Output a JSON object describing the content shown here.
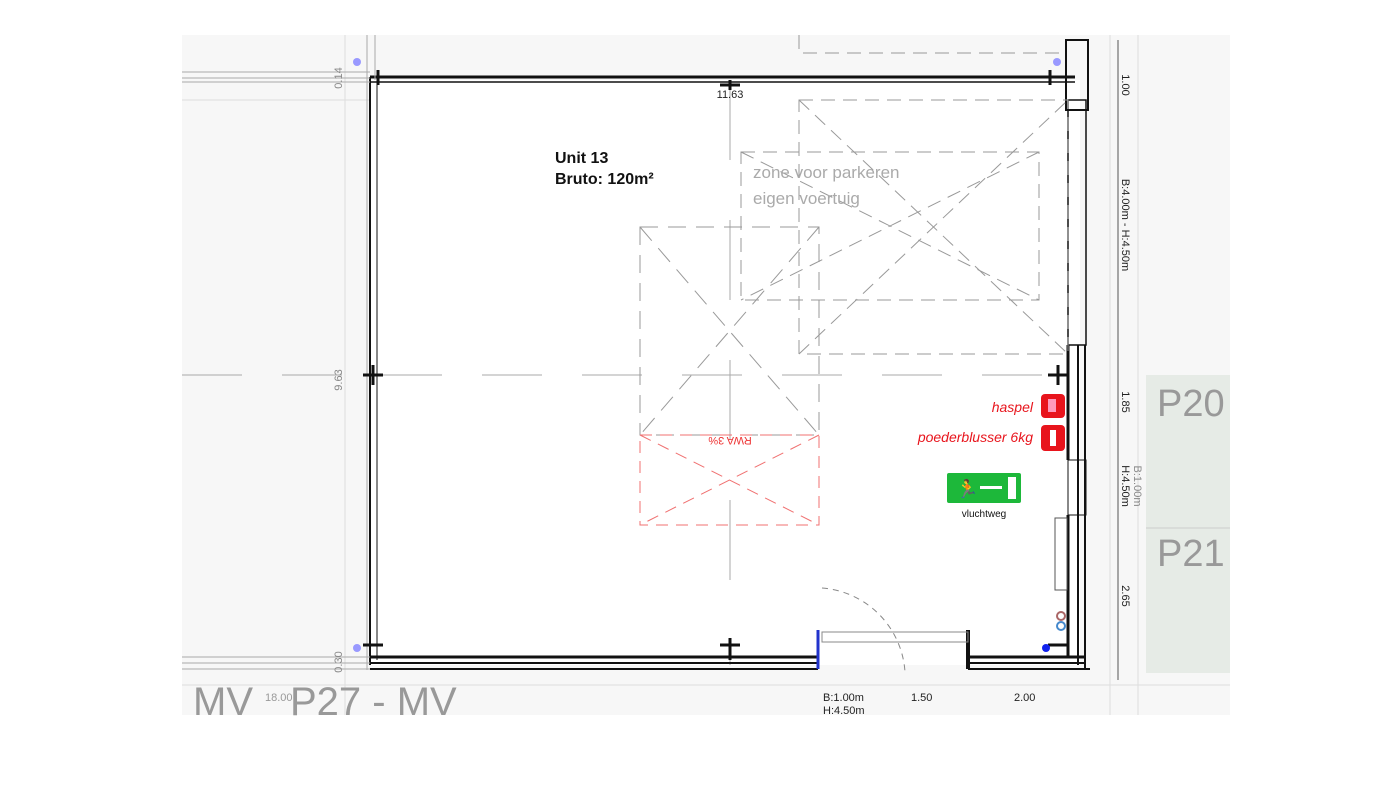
{
  "unit": {
    "name": "Unit 13",
    "area": "Bruto: 120m²"
  },
  "zone": {
    "line1": "zone voor parkeren",
    "line2": "eigen voertuig"
  },
  "rwa": "RWA 3%",
  "safety": {
    "haspel": "haspel",
    "extinguisher": "poederblusser 6kg",
    "exit": "vluchtweg"
  },
  "dimensions": {
    "top": "11.63",
    "left": "9.63",
    "top_left": "0.14",
    "bottom_left": "0.30",
    "right_top": "1.00",
    "right_door": "B:4.00m - H:4.50m",
    "right_mid": "1.85",
    "side_door_b": "B:1.00m",
    "side_door_h": "H:4.50m",
    "right_bottom": "2.65",
    "bottom_door_b": "B:1.00m",
    "bottom_door_h": "H:4.50m",
    "bottom_1": "1.50",
    "bottom_2": "2.00",
    "bottom_far": "18.00"
  },
  "parking": [
    "P20",
    "P21"
  ],
  "bottom_labels": [
    "MV",
    "P27 - MV"
  ],
  "colors": {
    "wall": "#111111",
    "safety_red": "#e8141c",
    "exit_green": "#1db83a",
    "dash": "#888888",
    "rwa_red": "#f07070",
    "parking_bg": "#e6ebe6"
  }
}
